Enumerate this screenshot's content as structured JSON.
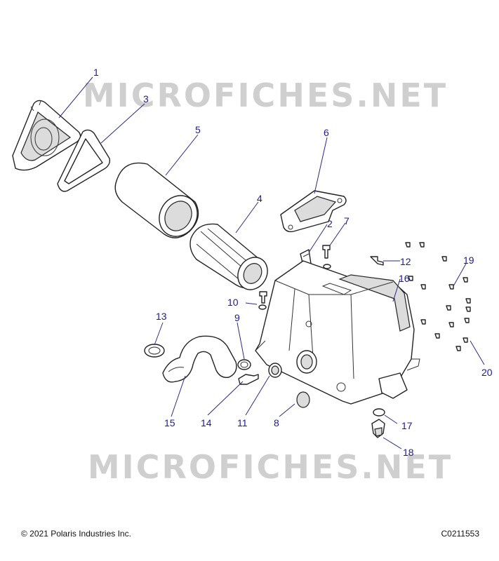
{
  "watermark": {
    "text": "MICROFICHES.NET",
    "color": "#b8b8b8"
  },
  "callouts": [
    {
      "id": "1",
      "label": "1"
    },
    {
      "id": "2",
      "label": "2"
    },
    {
      "id": "3",
      "label": "3"
    },
    {
      "id": "4",
      "label": "4"
    },
    {
      "id": "5",
      "label": "5"
    },
    {
      "id": "6",
      "label": "6"
    },
    {
      "id": "7",
      "label": "7"
    },
    {
      "id": "8",
      "label": "8"
    },
    {
      "id": "9",
      "label": "9"
    },
    {
      "id": "10",
      "label": "10"
    },
    {
      "id": "11",
      "label": "11"
    },
    {
      "id": "12",
      "label": "12"
    },
    {
      "id": "13",
      "label": "13"
    },
    {
      "id": "14",
      "label": "14"
    },
    {
      "id": "15",
      "label": "15"
    },
    {
      "id": "16",
      "label": "16"
    },
    {
      "id": "17",
      "label": "17"
    },
    {
      "id": "18",
      "label": "18"
    },
    {
      "id": "19",
      "label": "19"
    },
    {
      "id": "20",
      "label": "20"
    }
  ],
  "colors": {
    "callout_text": "#1a1a9c",
    "leader_line": "#2a2a8a",
    "part_line": "#222222"
  },
  "footer": {
    "copyright": "© 2021 Polaris Industries Inc.",
    "figure_code": "C0211553"
  }
}
